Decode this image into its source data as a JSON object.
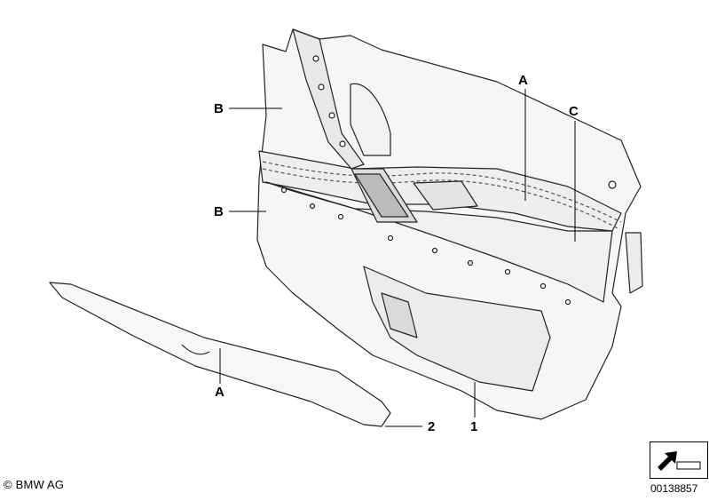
{
  "callouts": {
    "a_right": "A",
    "c_right": "C",
    "b_top": "B",
    "b_mid": "B",
    "a_lower": "A",
    "num_2": "2",
    "num_1": "1"
  },
  "footer": {
    "copyright": "© BMW AG",
    "diagram_number": "00138857"
  },
  "icons": [
    "direction-arrow-icon"
  ]
}
